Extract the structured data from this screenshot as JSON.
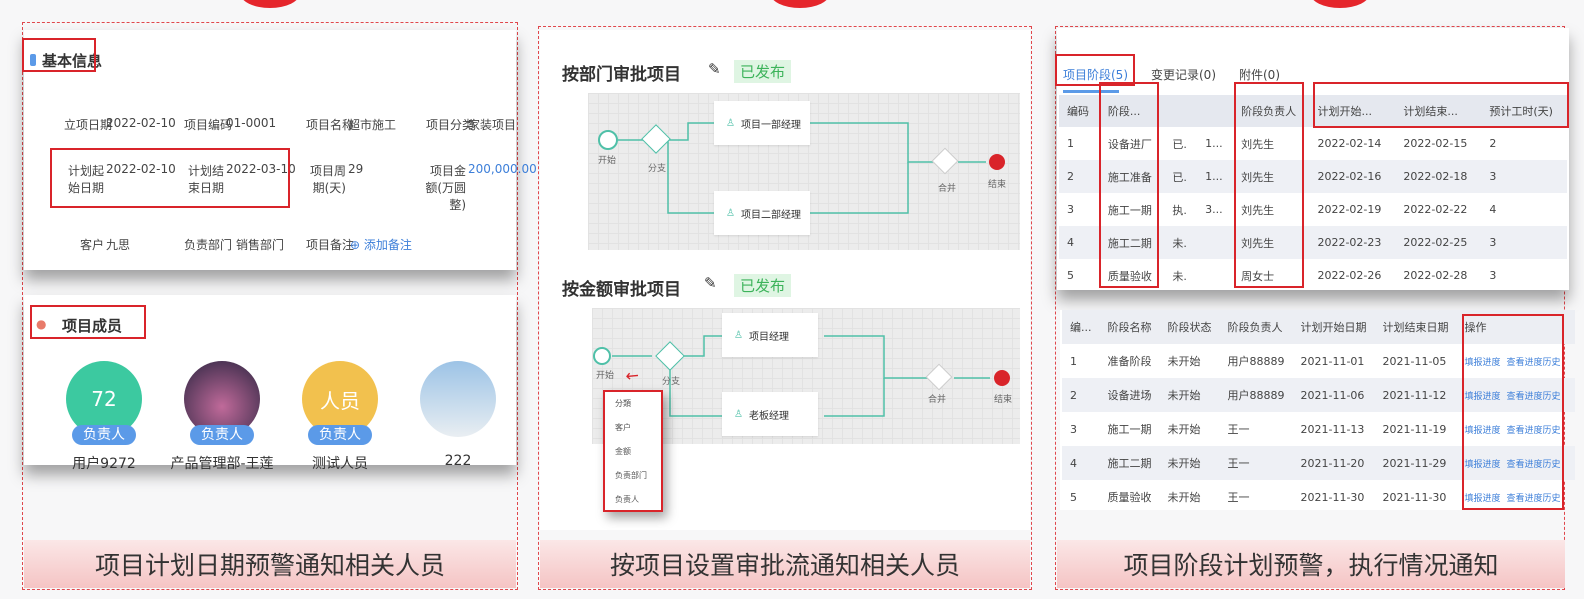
{
  "panel1": {
    "basic_title": "基本信息",
    "fields": [
      {
        "label": "立项日期",
        "value": "2022-02-10"
      },
      {
        "label": "项目编码",
        "value": "01-0001"
      },
      {
        "label": "项目名称",
        "value": "超市施工"
      },
      {
        "label": "项目分类",
        "value": "家装项目"
      },
      {
        "label": "计划起始日期",
        "value": "2022-02-10"
      },
      {
        "label": "计划结束日期",
        "value": "2022-03-10"
      },
      {
        "label": "项目周期(天)",
        "value": "29"
      },
      {
        "label": "项目金额(万圆整)",
        "value": "200,000.00"
      },
      {
        "label": "客户",
        "value": "九思"
      },
      {
        "label": "负责部门",
        "value": "销售部门"
      },
      {
        "label": "项目备注",
        "value": "添加备注"
      }
    ],
    "members_title": "项目成员",
    "members": [
      {
        "avatar_text": "72",
        "role": "负责人",
        "name": "用户9272",
        "color": "#3cc9a0"
      },
      {
        "avatar_text": "",
        "role": "负责人",
        "name": "产品管理部-王莲",
        "color": "#4a3a6a"
      },
      {
        "avatar_text": "人员",
        "role": "负责人",
        "name": "测试人员",
        "color": "#f2c14e"
      },
      {
        "avatar_text": "",
        "role": "",
        "name": "222",
        "color": "#9cc3e6"
      }
    ],
    "caption": "项目计划日期预警通知相关人员"
  },
  "panel2": {
    "flow1": {
      "title": "按部门审批项目",
      "status": "已发布",
      "start": "开始",
      "branch": "分支",
      "node_a": "项目一部经理",
      "node_b": "项目二部经理",
      "merge": "合并",
      "end": "结束"
    },
    "flow2": {
      "title": "按金额审批项目",
      "status": "已发布",
      "start": "开始",
      "branch": "分支",
      "node_a": "项目经理",
      "node_b": "老板经理",
      "merge": "合并",
      "end": "结束"
    },
    "dropdown": [
      "分類",
      "客户",
      "金额",
      "负责部门",
      "负责人"
    ],
    "caption": "按项目设置审批流通知相关人员"
  },
  "panel3": {
    "tabs": [
      "项目阶段(5)",
      "变更记录(0)",
      "附件(0)"
    ],
    "table1": {
      "headers": [
        "编码",
        "阶段...",
        "",
        "",
        "阶段负责人",
        "计划开始...",
        "计划结束...",
        "预计工时(天)"
      ],
      "rows": [
        [
          "1",
          "设备进厂",
          "已.",
          "1...",
          "刘先生",
          "2022-02-14",
          "2022-02-15",
          "2"
        ],
        [
          "2",
          "施工准备",
          "已.",
          "1...",
          "刘先生",
          "2022-02-16",
          "2022-02-18",
          "3"
        ],
        [
          "3",
          "施工一期",
          "执.",
          "3...",
          "刘先生",
          "2022-02-19",
          "2022-02-22",
          "4"
        ],
        [
          "4",
          "施工二期",
          "未.",
          "",
          "刘先生",
          "2022-02-23",
          "2022-02-25",
          "3"
        ],
        [
          "5",
          "质量验收",
          "未.",
          "",
          "周女士",
          "2022-02-26",
          "2022-02-28",
          "3"
        ]
      ]
    },
    "table2": {
      "headers": [
        "编...",
        "阶段名称",
        "阶段状态",
        "阶段负责人",
        "计划开始日期",
        "计划结束日期",
        "操作"
      ],
      "actions": [
        "填报进度",
        "查看进度历史"
      ],
      "rows": [
        [
          "1",
          "准备阶段",
          "未开始",
          "用户88889",
          "2021-11-01",
          "2021-11-05"
        ],
        [
          "2",
          "设备进场",
          "未开始",
          "用户88889",
          "2021-11-06",
          "2021-11-12"
        ],
        [
          "3",
          "施工一期",
          "未开始",
          "王一",
          "2021-11-13",
          "2021-11-19"
        ],
        [
          "4",
          "施工二期",
          "未开始",
          "王一",
          "2021-11-20",
          "2021-11-29"
        ],
        [
          "5",
          "质量验收",
          "未开始",
          "王一",
          "2021-11-30",
          "2021-11-30"
        ]
      ]
    },
    "caption": "项目阶段计划预警，执行情况通知"
  }
}
